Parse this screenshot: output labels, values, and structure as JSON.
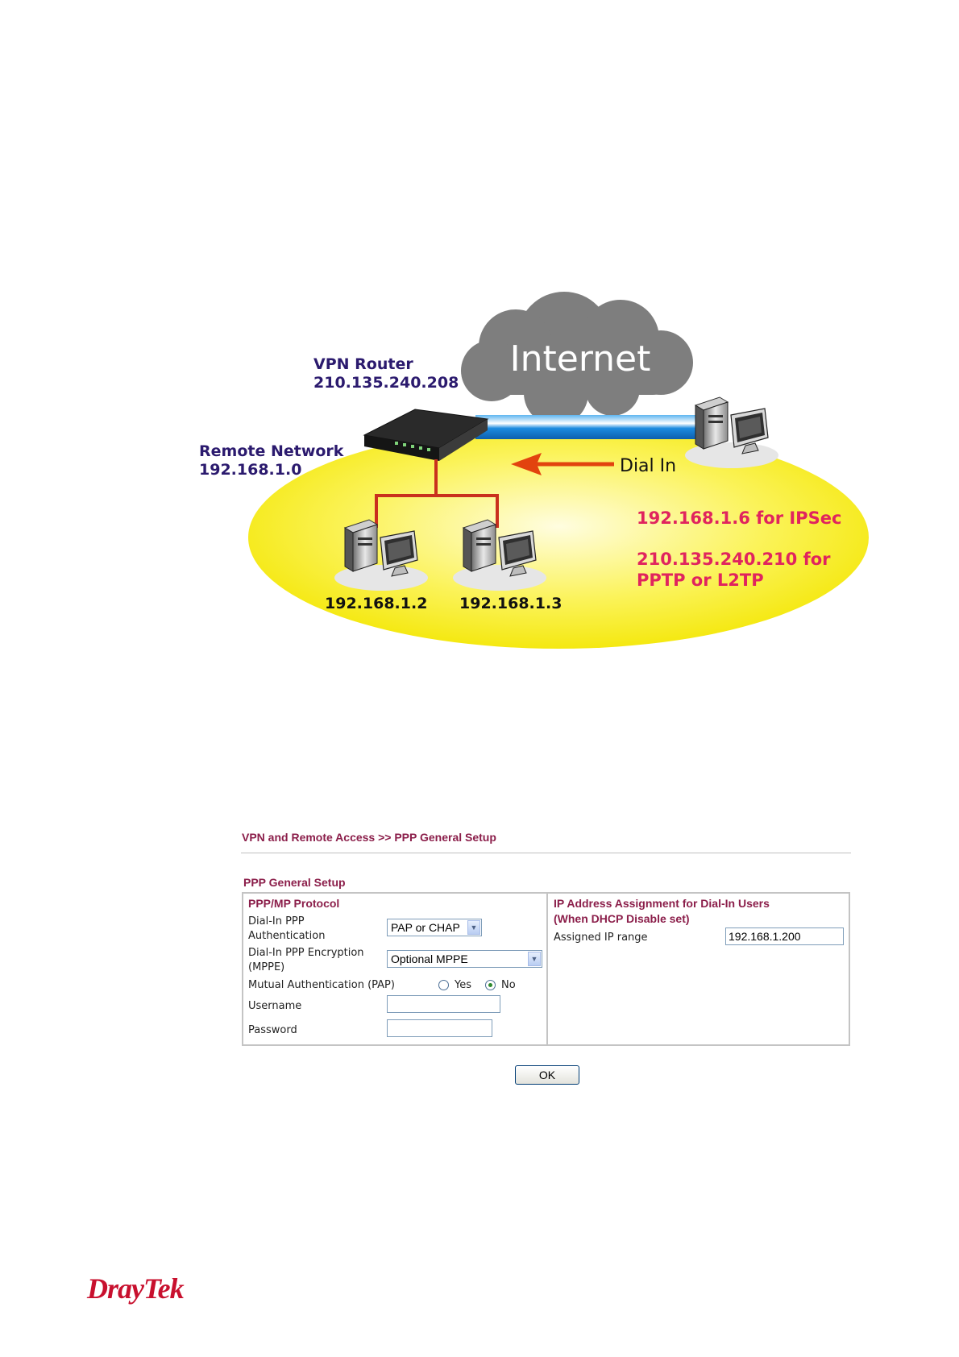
{
  "diagram": {
    "router_label": "VPN Router",
    "router_ip": "210.135.240.208",
    "remote_network_label": "Remote Network",
    "remote_network_ip": "192.168.1.0",
    "cloud_label": "Internet",
    "dial_in_label": "Dial In",
    "pc1_ip": "192.168.1.2",
    "pc2_ip": "192.168.1.3",
    "ipsec_note": "192.168.1.6 for IPSec",
    "pptp_note_line1": "210.135.240.210 for",
    "pptp_note_line2": "PPTP or L2TP",
    "colors": {
      "label": "#2b1a6e",
      "note": "#e0245e",
      "ellipse": "#fbf100",
      "link": "#1583d6",
      "arrow": "#e2430e",
      "lan": "#c9301d"
    }
  },
  "form": {
    "breadcrumb": "VPN and Remote Access >> PPP General Setup",
    "section_title": "PPP General Setup",
    "left": {
      "heading": "PPP/MP Protocol",
      "auth_label_1": "Dial-In PPP",
      "auth_label_2": "Authentication",
      "auth_value": "PAP or CHAP",
      "enc_label_1": "Dial-In PPP Encryption",
      "enc_label_2": "(MPPE)",
      "enc_value": "Optional MPPE",
      "mutual_label": "Mutual Authentication (PAP)",
      "yes_label": "Yes",
      "no_label": "No",
      "mutual_selected": "No",
      "username_label": "Username",
      "username_value": "",
      "password_label": "Password",
      "password_value": ""
    },
    "right": {
      "heading_1": "IP Address Assignment for Dial-In Users",
      "heading_2": "(When DHCP Disable set)",
      "range_label": "Assigned IP range",
      "range_value": "192.168.1.200"
    },
    "ok_label": "OK"
  },
  "footer": {
    "logo_text": "DrayTek",
    "logo_color": "#c8102e"
  }
}
